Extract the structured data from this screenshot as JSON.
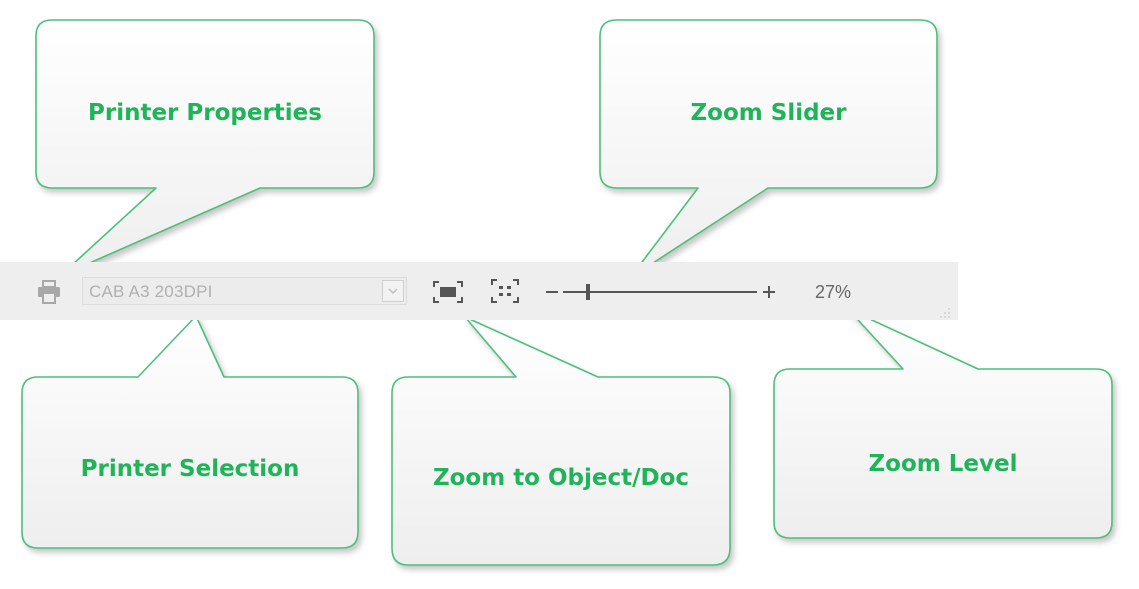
{
  "statusbar": {
    "printer_name": "CAB A3 203DPI",
    "zoom_level": "27%",
    "zoom_fraction": 0.13,
    "icons": [
      "printer-icon",
      "chevron-down-icon",
      "zoom-to-object-icon",
      "zoom-to-document-icon",
      "minus-icon",
      "plus-icon",
      "resize-grip-icon"
    ]
  },
  "callouts": {
    "printer_properties": "Printer Properties",
    "zoom_slider": "Zoom Slider",
    "printer_selection": "Printer Selection",
    "zoom_to_object": "Zoom to Object/Doc",
    "zoom_level": "Zoom Level"
  },
  "colors": {
    "label_green": "#1fb45a",
    "bubble_border": "#4cc07a",
    "statusbar_bg": "#eeeeee",
    "icon_gray": "#555555"
  }
}
